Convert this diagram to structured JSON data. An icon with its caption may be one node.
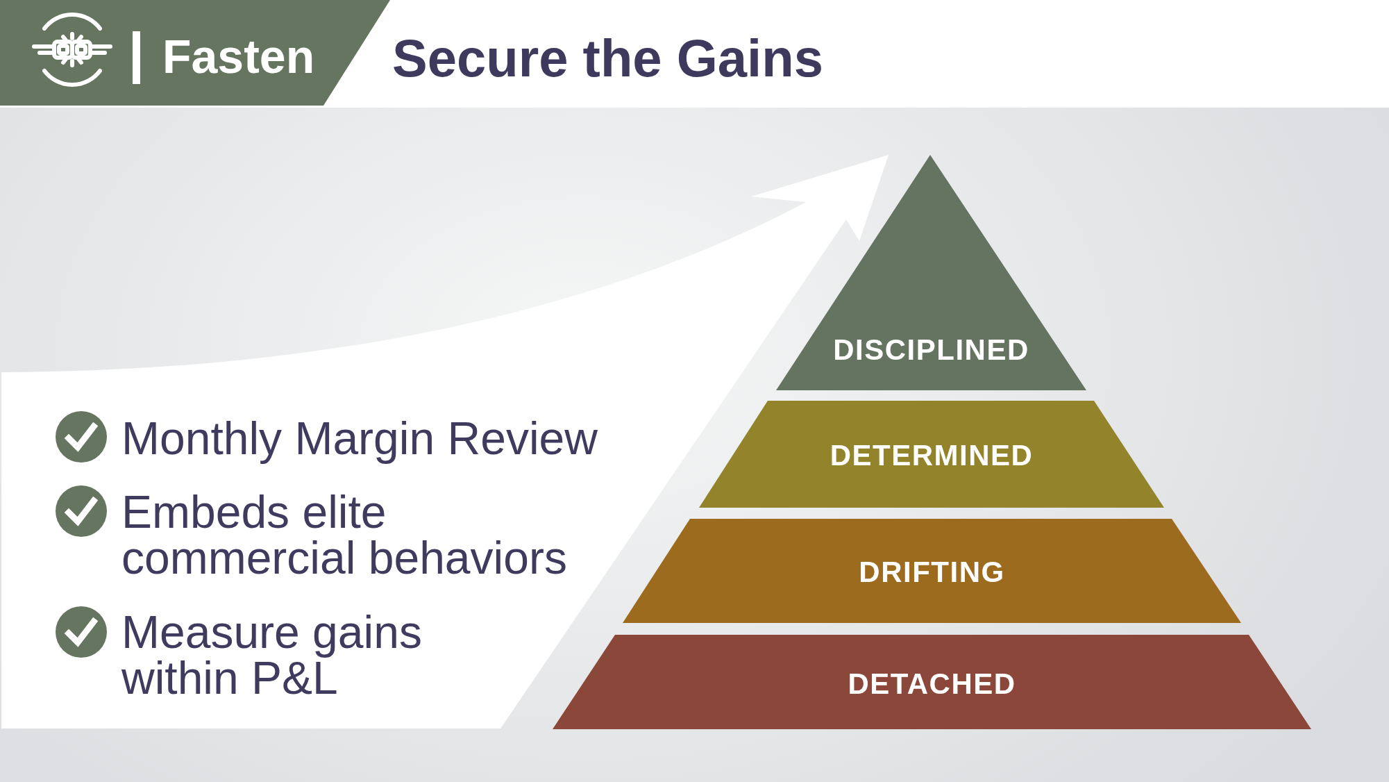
{
  "diagram": {
    "title": "Secure the Gains",
    "nodes": [
      {
        "text": [
          "Fasten"
        ]
      },
      {
        "text": [
          "DISCIPLINED"
        ]
      },
      {
        "text": [
          "DETERMINED"
        ]
      },
      {
        "text": [
          "DRIFTING"
        ]
      },
      {
        "text": [
          "DETACHED"
        ]
      }
    ],
    "labels": [
      "Monthly Margin Review",
      "Embeds elite commercial behaviors",
      "Measure gains within P&L"
    ]
  }
}
